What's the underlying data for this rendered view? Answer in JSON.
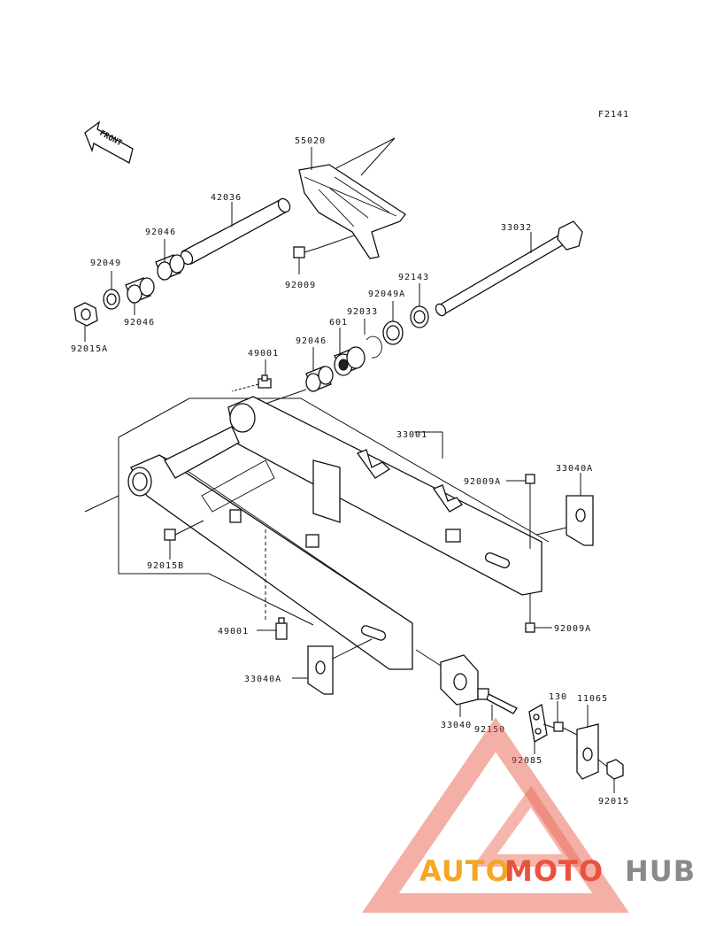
{
  "figure_code": "F2141",
  "front_label": "FRONT",
  "parts": {
    "p55020": "55020",
    "p42036": "42036",
    "p33032": "33032",
    "p92046a": "92046",
    "p92049": "92049",
    "p92046b": "92046",
    "p92015a": "92015A",
    "p92009": "92009",
    "p92143": "92143",
    "p92049a": "92049A",
    "p92033": "92033",
    "p601": "601",
    "p92046c": "92046",
    "p49001a": "49001",
    "p33001": "33001",
    "p92009a_top": "92009A",
    "p33040a_right": "33040A",
    "p92015b": "92015B",
    "p49001b": "49001",
    "p92009a_bot": "92009A",
    "p33040a_left": "33040A",
    "p33040": "33040",
    "p92150": "92150",
    "p130": "130",
    "p11065": "11065",
    "p92085": "92085",
    "p92015": "92015"
  },
  "watermark": {
    "part1": "AUTO",
    "part2": "MOTO",
    "part3": "HUB",
    "color_orange": "#f5a623",
    "color_red": "#e8533f",
    "color_gray": "#8a8a8a"
  }
}
